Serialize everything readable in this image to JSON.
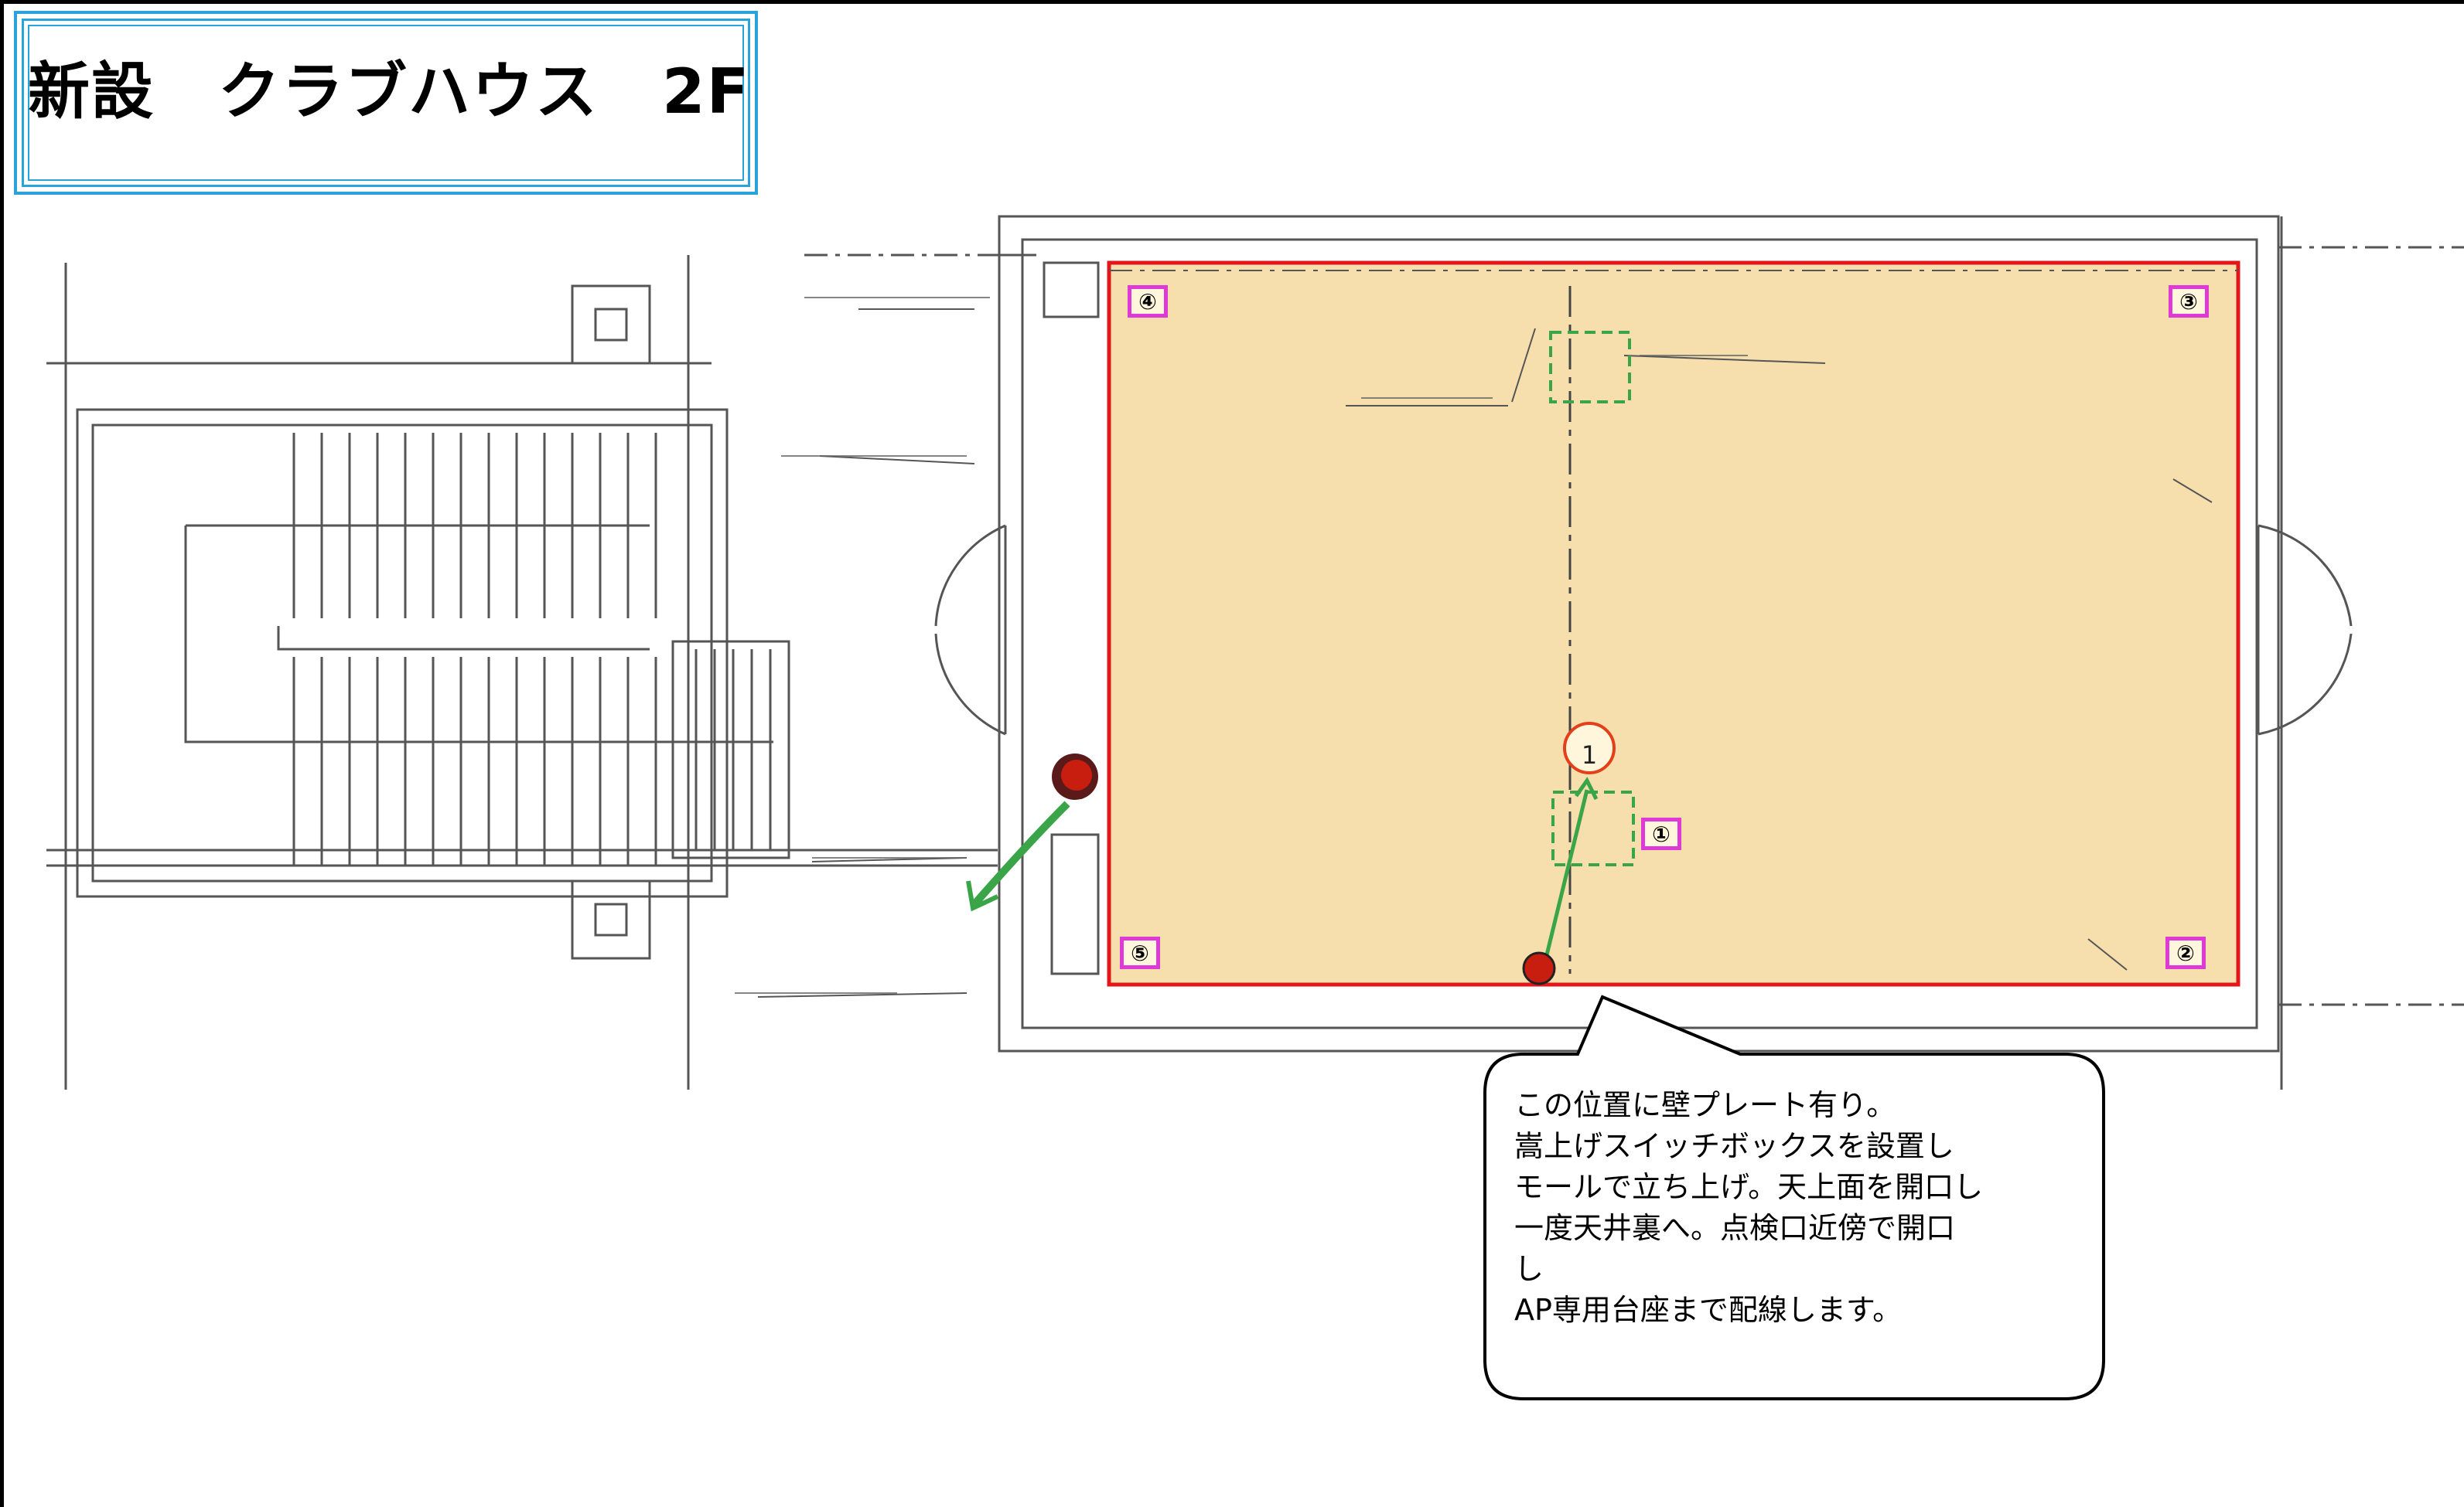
{
  "title": "新設　クラブハウス　2F",
  "room_markers": [
    {
      "id": "1",
      "label": "①"
    },
    {
      "id": "2",
      "label": "②"
    },
    {
      "id": "3",
      "label": "③"
    },
    {
      "id": "4",
      "label": "④"
    },
    {
      "id": "5",
      "label": "⑤"
    }
  ],
  "ap_point_label": "1",
  "callout_text": "この位置に壁プレート有り。\n嵩上げスイッチボックスを設置し\nモールで立ち上げ。天上面を開口し\n一度天井裏へ。点検口近傍で開口\nし\nAP専用台座まで配線します。",
  "colors": {
    "room_fill": "#f7dfad",
    "room_outline": "#e3161b",
    "title_border": "#2aa3db",
    "marker_border": "#e03ad6",
    "wiring": "#3aa548",
    "ap_box": "#3aa548",
    "point_marker": "#c81e10",
    "drawing_lines": "#555555"
  }
}
